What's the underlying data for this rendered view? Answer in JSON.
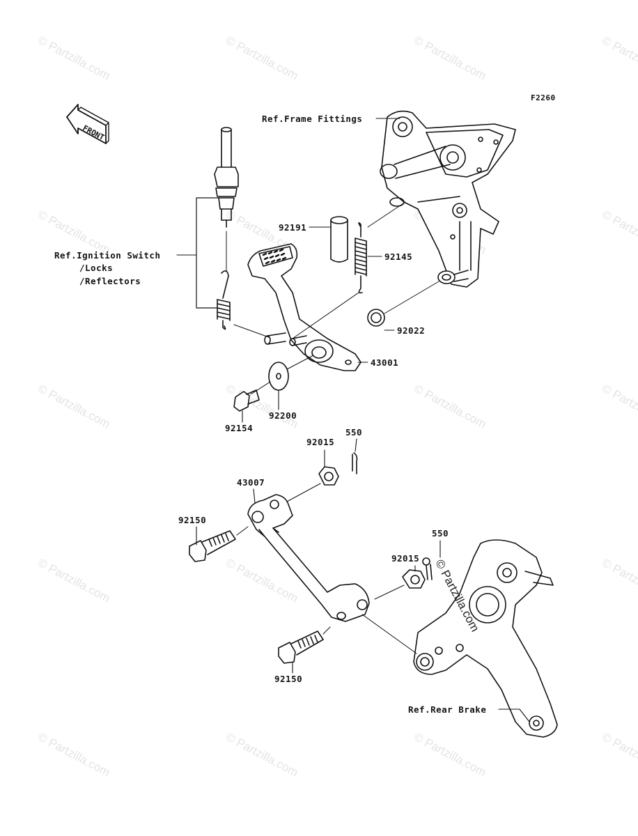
{
  "diagram": {
    "code": "F2260",
    "front_label": "FRONT",
    "watermark": "© Partzilla.com",
    "colors": {
      "line": "#111111",
      "watermark": "#e0e0e0",
      "background": "#ffffff"
    },
    "ref_labels": {
      "frame": "Ref.Frame Fittings",
      "ignition_1": "Ref.Ignition Switch",
      "ignition_2": "/Locks",
      "ignition_3": "/Reflectors",
      "rear_brake": "Ref.Rear Brake"
    },
    "parts": {
      "p92191": "92191",
      "p92145": "92145",
      "p92022": "92022",
      "p43001": "43001",
      "p92154": "92154",
      "p92200": "92200",
      "p92015a": "92015",
      "p550a": "550",
      "p43007": "43007",
      "p92150a": "92150",
      "p92015b": "92015",
      "p550b": "550",
      "p92150b": "92150"
    }
  }
}
